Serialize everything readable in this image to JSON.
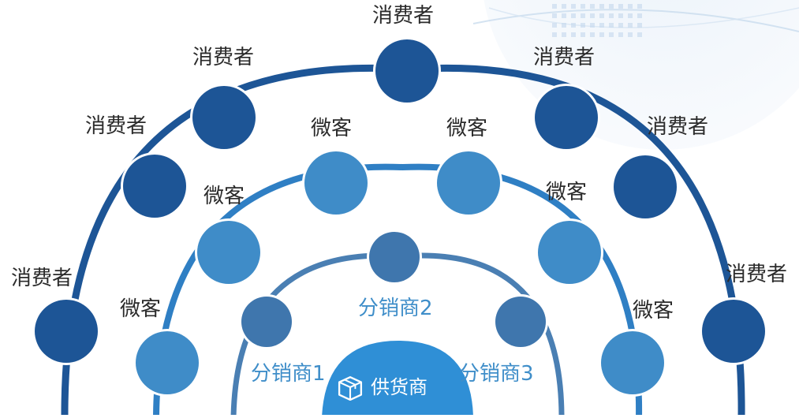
{
  "colors": {
    "outer_ring": "#1d5596",
    "middle_ring": "#2f7fc4",
    "inner_ring": "#4a7fb3",
    "consumer_disc": "#1d5596",
    "weike_disc": "#3f8cc8",
    "distributor_disc": "#3f76ad",
    "supplier_dome": "#2f8fd6",
    "label_dark": "#2b2b2b",
    "label_blue": "#3f8ec9"
  },
  "consumers": [
    {
      "label": "消费者",
      "icon": "woman-shopper-icon"
    },
    {
      "label": "消费者",
      "icon": "woman-shopper-icon"
    },
    {
      "label": "消费者",
      "icon": "woman-shopper-icon"
    },
    {
      "label": "消费者",
      "icon": "woman-shopper-icon"
    },
    {
      "label": "消费者",
      "icon": "woman-shopper-icon"
    },
    {
      "label": "消费者",
      "icon": "woman-shopper-icon"
    },
    {
      "label": "消费者",
      "icon": "woman-shopper-icon"
    }
  ],
  "weike": [
    {
      "label": "微客",
      "icon": "businessman-icon"
    },
    {
      "label": "微客",
      "icon": "businessman-icon"
    },
    {
      "label": "微客",
      "icon": "businessman-icon"
    },
    {
      "label": "微客",
      "icon": "businessman-icon"
    },
    {
      "label": "微客",
      "icon": "businessman-icon"
    },
    {
      "label": "微客",
      "icon": "businessman-icon"
    }
  ],
  "distributors": [
    {
      "label": "分销商1",
      "icon": "storefront-icon"
    },
    {
      "label": "分销商2",
      "icon": "storefront-icon"
    },
    {
      "label": "分销商3",
      "icon": "storefront-icon"
    }
  ],
  "supplier": {
    "label": "供货商",
    "icon": "box-icon"
  }
}
